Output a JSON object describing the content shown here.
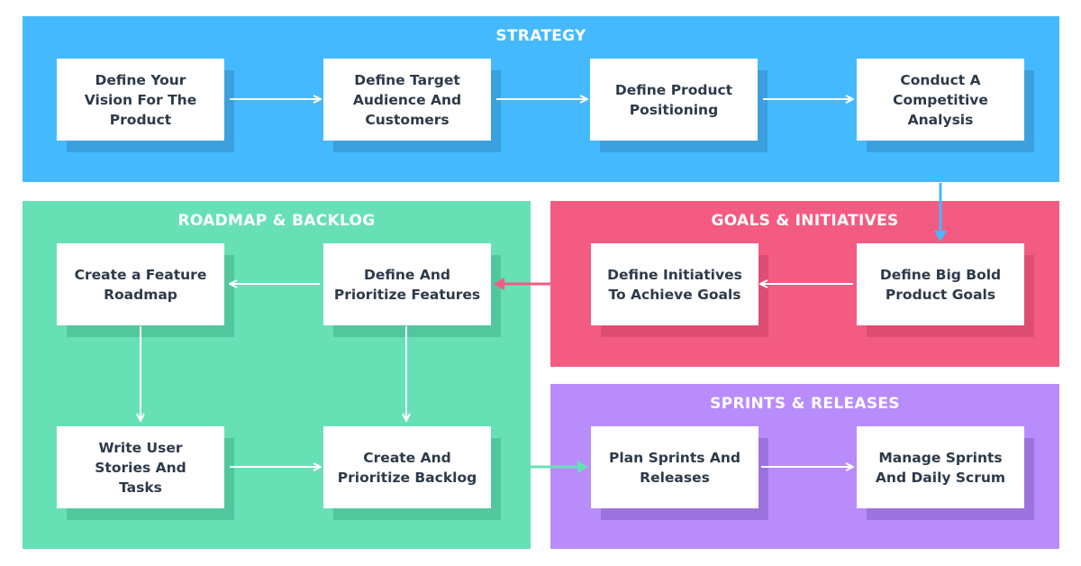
{
  "panels": {
    "strategy": "STRATEGY",
    "roadmap": "ROADMAP & BACKLOG",
    "goals": "GOALS & INITIATIVES",
    "sprints": "SPRINTS & RELEASES"
  },
  "steps": {
    "vision": [
      "Define Your",
      "Vision For The",
      "Product"
    ],
    "audience": [
      "Define Target",
      "Audience And",
      "Customers"
    ],
    "positioning": [
      "Define Product",
      "Positioning"
    ],
    "competitive": [
      "Conduct A",
      "Competitive",
      "Analysis"
    ],
    "goals": [
      "Define Big Bold",
      "Product Goals"
    ],
    "initiatives": [
      "Define Initiatives",
      "To Achieve Goals"
    ],
    "prioritize_features": [
      "Define And",
      "Prioritize Features"
    ],
    "feature_roadmap": [
      "Create a Feature",
      "Roadmap"
    ],
    "user_stories": [
      "Write User",
      "Stories And",
      "Tasks"
    ],
    "backlog": [
      "Create And",
      "Prioritize Backlog"
    ],
    "plan_sprints": [
      "Plan Sprints And",
      "Releases"
    ],
    "manage_sprints": [
      "Manage Sprints",
      "And Daily Scrum"
    ]
  },
  "colors": {
    "strategy": "#45b9fd",
    "roadmap": "#67e0b6",
    "goals": "#f45b82",
    "sprints": "#b98cfb",
    "box_text": "#2c3a4a"
  }
}
